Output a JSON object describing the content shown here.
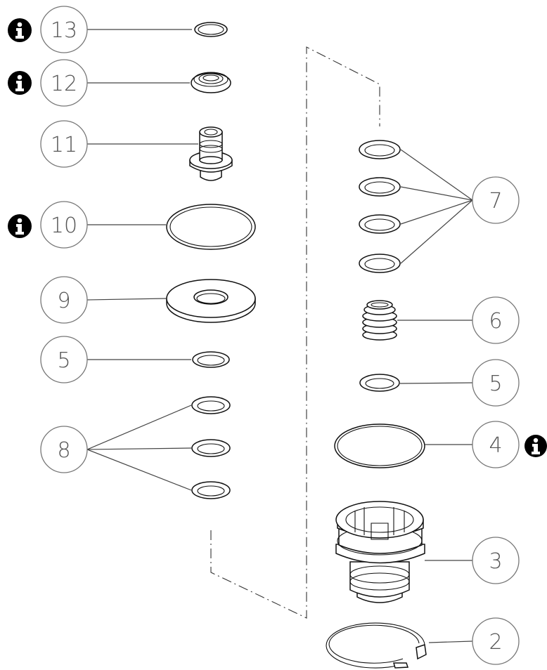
{
  "callouts": [
    {
      "id": "c13",
      "label": "13"
    },
    {
      "id": "c12",
      "label": "12"
    },
    {
      "id": "c11",
      "label": "11"
    },
    {
      "id": "c10",
      "label": "10"
    },
    {
      "id": "c9",
      "label": "9"
    },
    {
      "id": "c5a",
      "label": "5"
    },
    {
      "id": "c8",
      "label": "8"
    },
    {
      "id": "c7",
      "label": "7"
    },
    {
      "id": "c6",
      "label": "6"
    },
    {
      "id": "c5b",
      "label": "5"
    },
    {
      "id": "c4",
      "label": "4"
    },
    {
      "id": "c3",
      "label": "3"
    },
    {
      "id": "c2",
      "label": "2"
    }
  ],
  "info_markers_for": [
    "13",
    "12",
    "10",
    "4"
  ],
  "info_icon": "info-icon",
  "colors": {
    "line": "#111111",
    "callout": "#777777",
    "info": "#000000"
  }
}
